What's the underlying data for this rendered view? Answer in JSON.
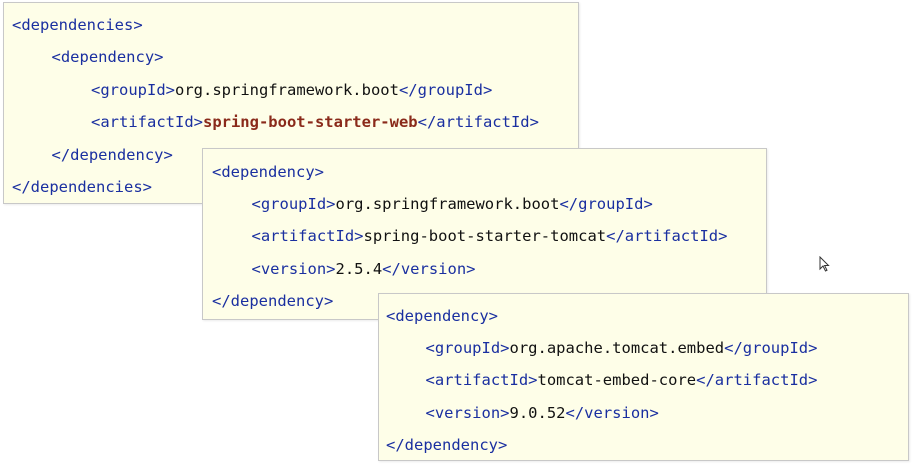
{
  "panel1": {
    "lines": [
      {
        "indent": 0,
        "parts": [
          {
            "c": "tag",
            "t": "<dependencies>"
          }
        ]
      },
      {
        "indent": 1,
        "parts": [
          {
            "c": "tag",
            "t": "<dependency>"
          }
        ]
      },
      {
        "indent": 2,
        "parts": [
          {
            "c": "tag",
            "t": "<groupId>"
          },
          {
            "c": "txt",
            "t": "org.springframework.boot"
          },
          {
            "c": "tag",
            "t": "</groupId>"
          }
        ]
      },
      {
        "indent": 2,
        "parts": [
          {
            "c": "tag",
            "t": "<artifactId>"
          },
          {
            "c": "hl",
            "t": "spring-boot-starter-web"
          },
          {
            "c": "tag",
            "t": "</artifactId>"
          }
        ]
      },
      {
        "indent": 1,
        "parts": [
          {
            "c": "tag",
            "t": "</dependency>"
          }
        ]
      },
      {
        "indent": 0,
        "parts": [
          {
            "c": "tag",
            "t": "</dependencies>"
          }
        ]
      }
    ]
  },
  "panel2": {
    "lines": [
      {
        "indent": 0,
        "parts": [
          {
            "c": "tag",
            "t": "<dependency>"
          }
        ]
      },
      {
        "indent": 1,
        "parts": [
          {
            "c": "tag",
            "t": "<groupId>"
          },
          {
            "c": "txt",
            "t": "org.springframework.boot"
          },
          {
            "c": "tag",
            "t": "</groupId>"
          }
        ]
      },
      {
        "indent": 1,
        "parts": [
          {
            "c": "tag",
            "t": "<artifactId>"
          },
          {
            "c": "txt",
            "t": "spring-boot-starter-tomcat"
          },
          {
            "c": "tag",
            "t": "</artifactId>"
          }
        ]
      },
      {
        "indent": 1,
        "parts": [
          {
            "c": "tag",
            "t": "<version>"
          },
          {
            "c": "txt",
            "t": "2.5.4"
          },
          {
            "c": "tag",
            "t": "</version>"
          }
        ]
      },
      {
        "indent": 0,
        "parts": [
          {
            "c": "tag",
            "t": "</dependency>"
          }
        ]
      }
    ]
  },
  "panel3": {
    "lines": [
      {
        "indent": 0,
        "parts": [
          {
            "c": "tag",
            "t": "<dependency>"
          }
        ]
      },
      {
        "indent": 1,
        "parts": [
          {
            "c": "tag",
            "t": "<groupId>"
          },
          {
            "c": "txt",
            "t": "org.apache.tomcat.embed"
          },
          {
            "c": "tag",
            "t": "</groupId>"
          }
        ]
      },
      {
        "indent": 1,
        "parts": [
          {
            "c": "tag",
            "t": "<artifactId>"
          },
          {
            "c": "txt",
            "t": "tomcat-embed-core"
          },
          {
            "c": "tag",
            "t": "</artifactId>"
          }
        ]
      },
      {
        "indent": 1,
        "parts": [
          {
            "c": "tag",
            "t": "<version>"
          },
          {
            "c": "txt",
            "t": "9.0.52"
          },
          {
            "c": "tag",
            "t": "</version>"
          }
        ]
      },
      {
        "indent": 0,
        "parts": [
          {
            "c": "tag",
            "t": "</dependency>"
          }
        ]
      }
    ]
  },
  "colors": {
    "tag": "#1a2fa0",
    "text": "#111111",
    "highlight": "#8a2a1a",
    "panel_bg": "#fefee8"
  },
  "icons": {
    "cursor": "mouse-pointer-icon"
  }
}
